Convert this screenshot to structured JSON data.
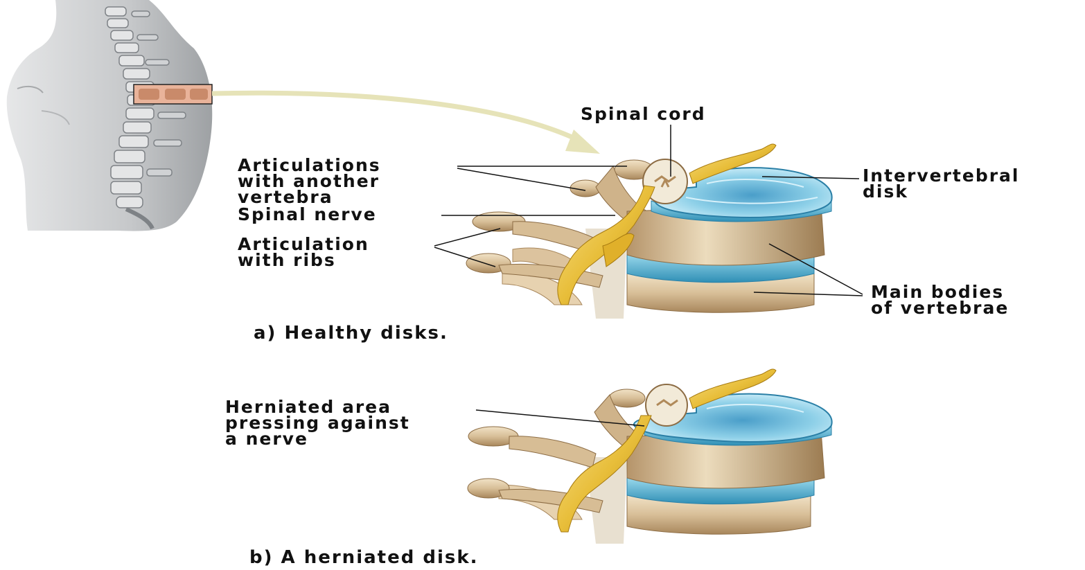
{
  "labels": {
    "spinal_cord": "Spinal cord",
    "articulations_vertebra": "Articulations\nwith another\nvertebra",
    "spinal_nerve": "Spinal nerve",
    "articulation_ribs": "Articulation\nwith ribs",
    "intervertebral_disk": "Intervertebral\ndisk",
    "main_bodies": "Main bodies\nof vertebrae",
    "herniated_area": "Herniated area\npressing against\na nerve"
  },
  "captions": {
    "a": "a) Healthy disks.",
    "b": "b) A herniated disk."
  },
  "colors": {
    "bone": "#d9c19b",
    "bone_dark": "#a8875c",
    "disk": "#5db6d6",
    "disk_dark": "#2f8fb5",
    "nerve": "#e8be3a",
    "body_skin": "#c7c9cb",
    "arrow": "#e6e3b8"
  }
}
